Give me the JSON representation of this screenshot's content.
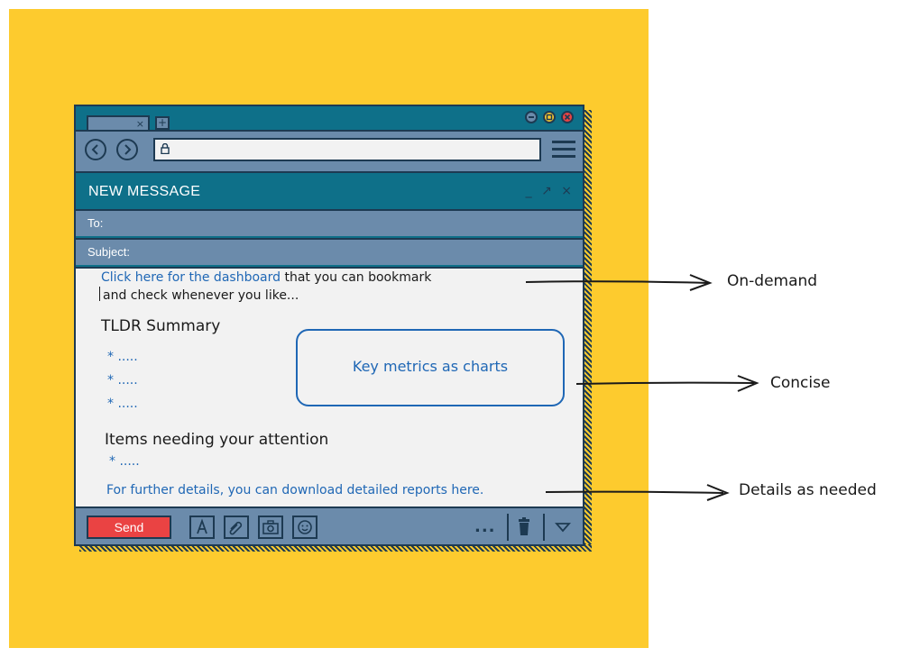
{
  "window": {
    "title": "NEW MESSAGE",
    "tab_close": "×",
    "tab_add": "+",
    "controls": {
      "minimize": "_",
      "expand": "↗",
      "close": "×"
    }
  },
  "fields": {
    "to_label": "To:",
    "subject_label": "Subject:"
  },
  "body": {
    "link_text": "Click here for the dashboard",
    "line1_rest": "that you can bookmark",
    "line2": "and check whenever you like...",
    "tldr_heading": "TLDR Summary",
    "tldr_bullets": [
      "* .....",
      "* .....",
      "* ....."
    ],
    "chart_box_label": "Key metrics as charts",
    "attention_heading": "Items needing your attention",
    "attention_bullets": [
      "* ....."
    ],
    "details_text": "For further details, you can download detailed reports here."
  },
  "footer": {
    "send_label": "Send",
    "more_label": "...",
    "icons": [
      "format-text-icon",
      "attachment-icon",
      "camera-icon",
      "emoji-icon",
      "trash-icon",
      "dropdown-icon"
    ]
  },
  "annotations": [
    "On-demand",
    "Concise",
    "Details as needed"
  ],
  "colors": {
    "background": "#fdcb2e",
    "window_teal": "#0e7089",
    "panel_slate": "#6b8bab",
    "outline": "#1d3a52",
    "send_red": "#ea4343",
    "link_blue": "#1f67b5",
    "body_bg": "#f2f2f2"
  }
}
